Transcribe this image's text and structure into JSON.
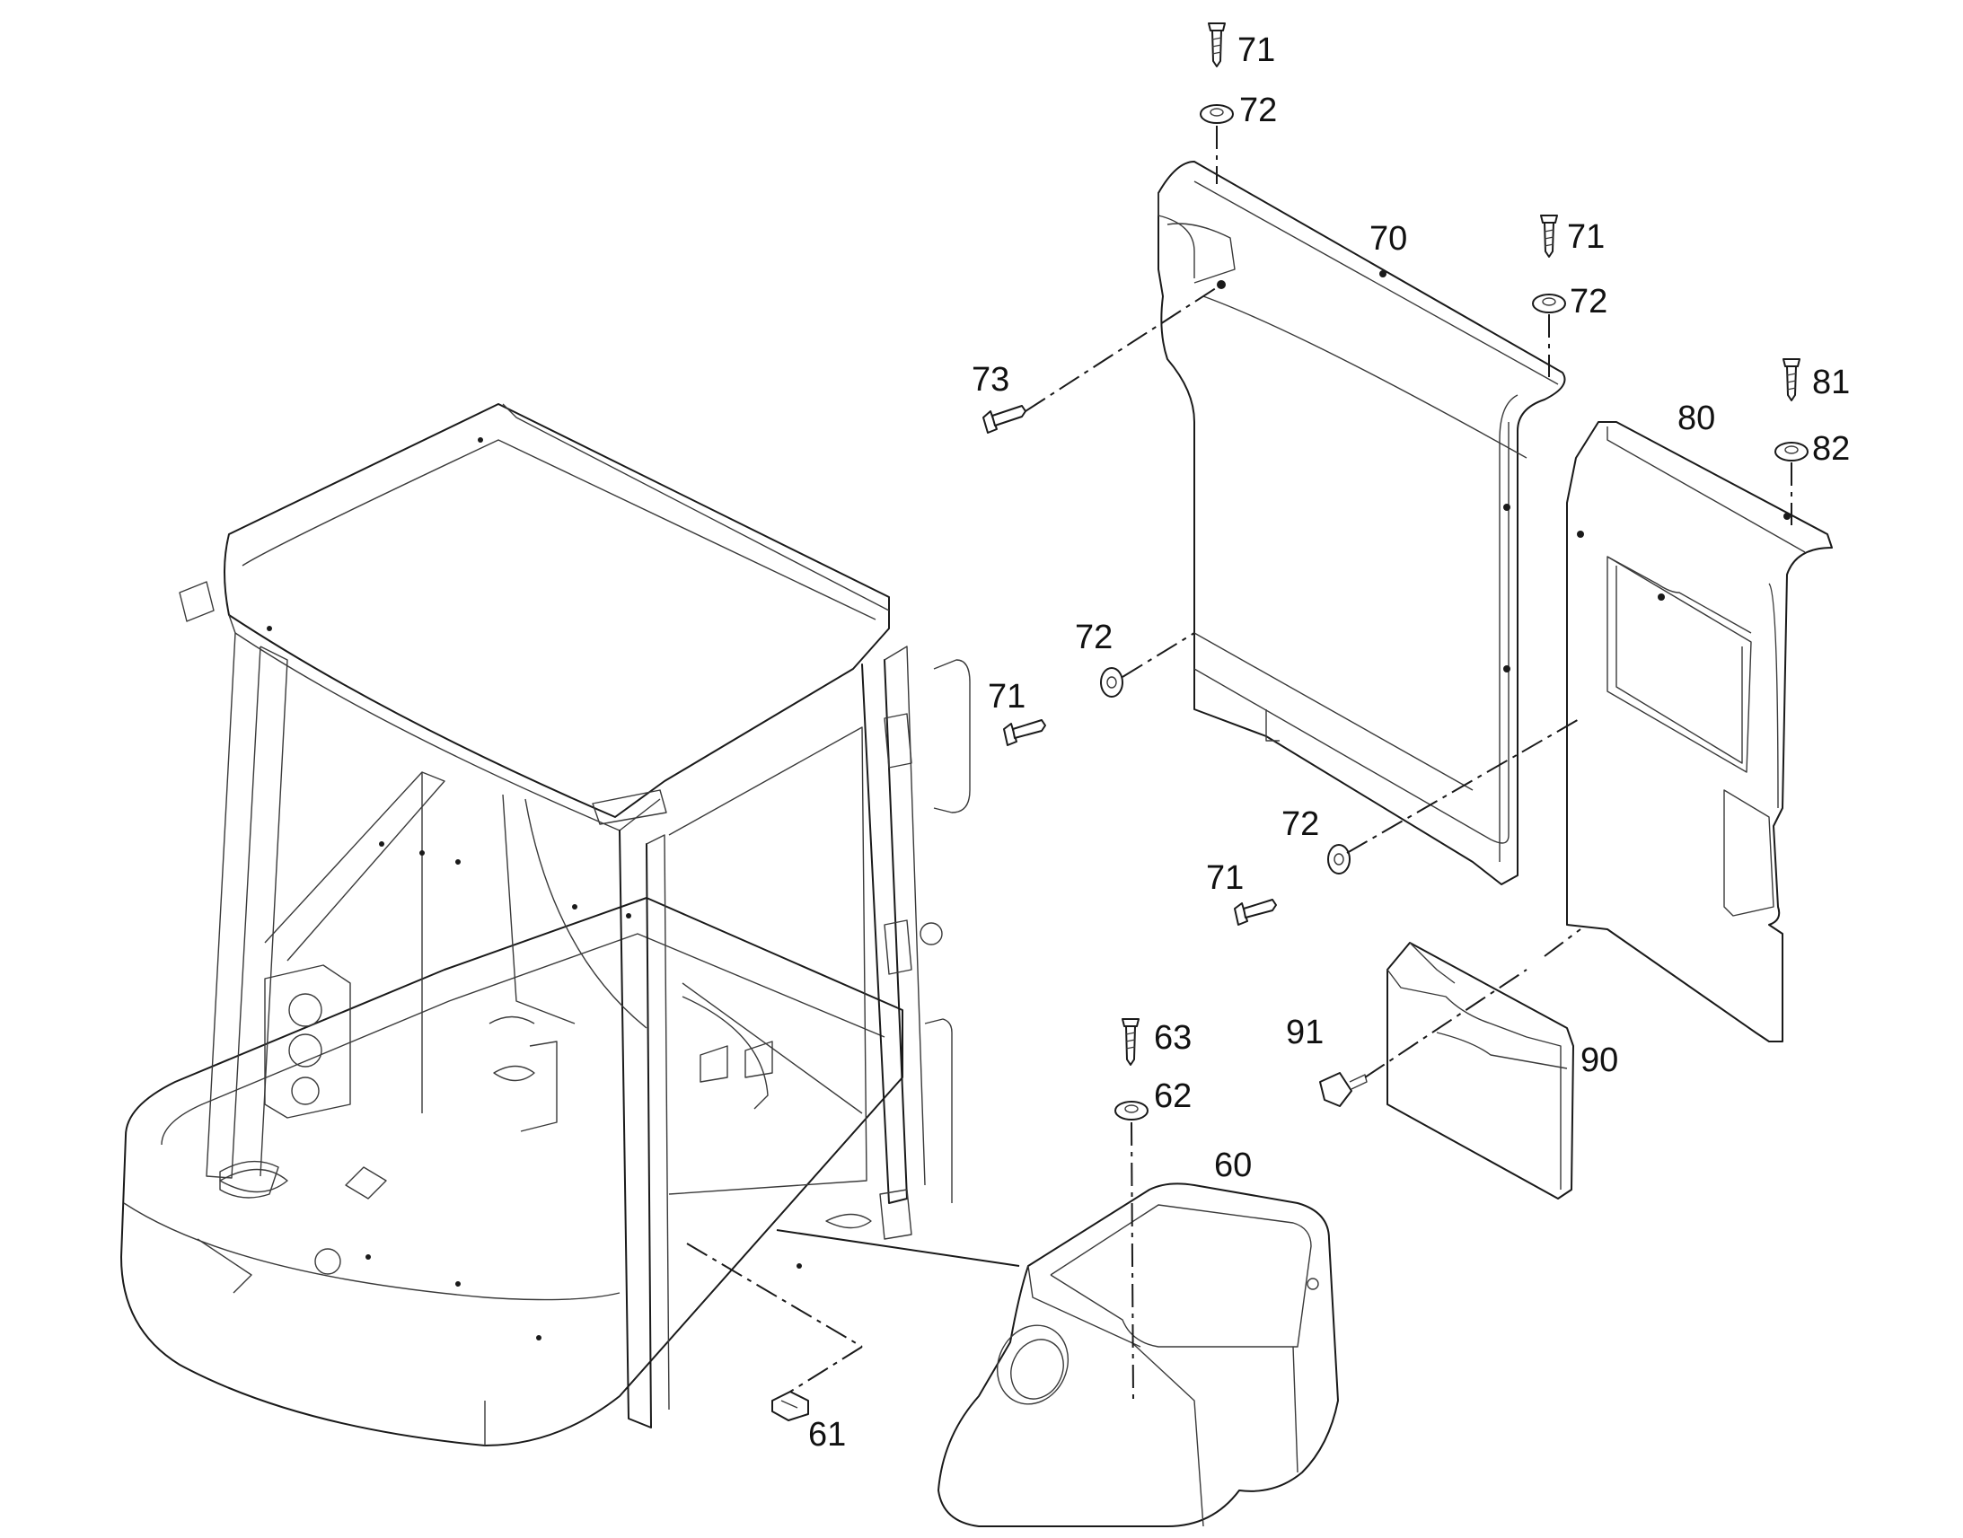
{
  "labels": {
    "p60": "60",
    "p61": "61",
    "p62": "62",
    "p63": "63",
    "p70": "70",
    "p71a": "71",
    "p71b": "71",
    "p71c": "71",
    "p71d": "71",
    "p72a": "72",
    "p72b": "72",
    "p72c": "72",
    "p72d": "72",
    "p73": "73",
    "p80": "80",
    "p81": "81",
    "p82": "82",
    "p90": "90",
    "p91": "91"
  },
  "colors": {
    "line": "#1a1a1a",
    "background": "#ffffff"
  }
}
